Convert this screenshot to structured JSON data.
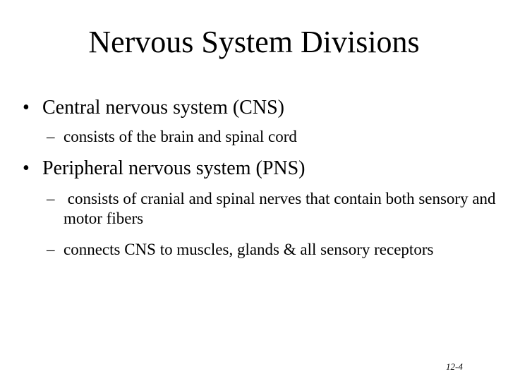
{
  "slide": {
    "title": "Nervous System Divisions",
    "bullets": [
      {
        "marker": "•",
        "text": "Central nervous system (CNS)",
        "sub": [
          {
            "marker": "–",
            "text": "consists of the brain and spinal cord"
          }
        ]
      },
      {
        "marker": "•",
        "text": "Peripheral nervous system (PNS)",
        "sub": [
          {
            "marker": "–",
            "text": " consists of cranial and spinal nerves that contain both sensory and motor fibers"
          },
          {
            "marker": "–",
            "text": "connects CNS to muscles, glands & all sensory receptors"
          }
        ]
      }
    ],
    "page_number": "12-4"
  }
}
